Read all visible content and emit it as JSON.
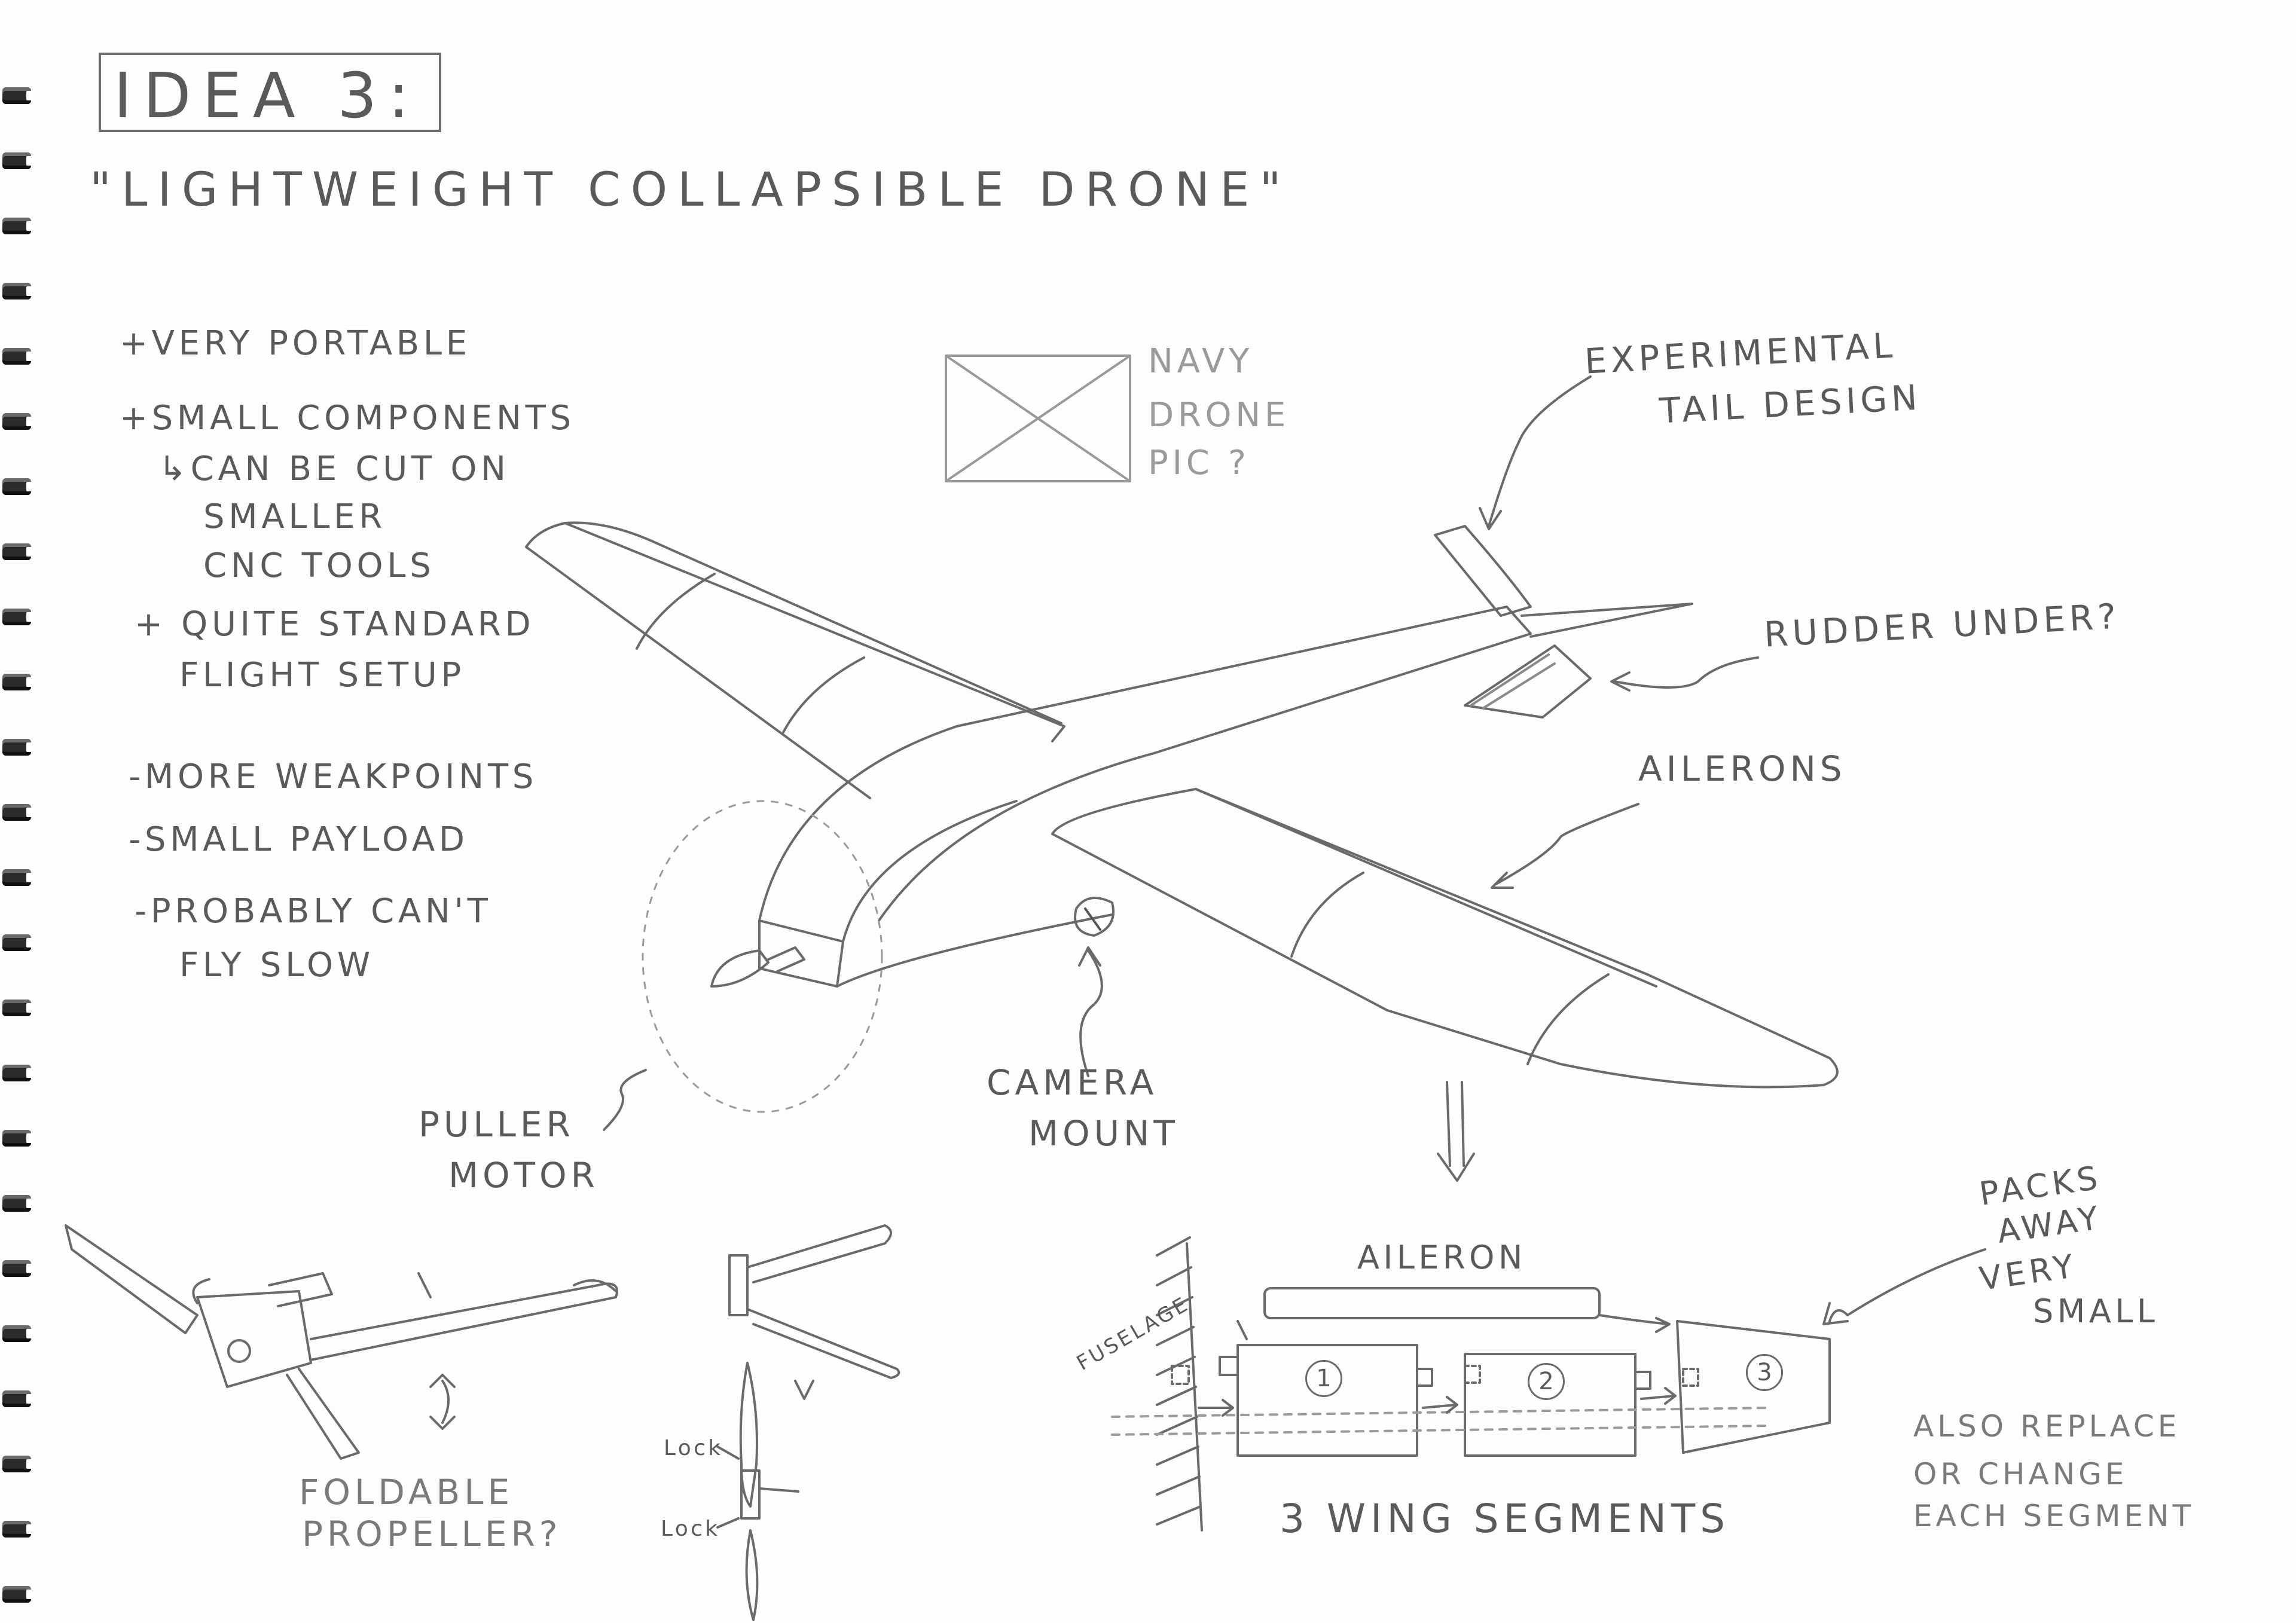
{
  "sheet": {
    "title": "IDEA 3:",
    "subtitle": "\"LIGHTWEIGHT COLLAPSIBLE DRONE\""
  },
  "pros_cons": {
    "pro1": "+VERY PORTABLE",
    "pro2": "+SMALL COMPONENTS",
    "pro2_sub1": "↳CAN BE CUT ON",
    "pro2_sub2": "SMALLER",
    "pro2_sub3": "CNC TOOLS",
    "pro3": "+ QUITE STANDARD",
    "pro3_sub": "FLIGHT SETUP",
    "con1": "-MORE WEAKPOINTS",
    "con2": "-SMALL PAYLOAD",
    "con3": "-PROBABLY CAN'T",
    "con3_sub": "FLY SLOW"
  },
  "placeholder": {
    "line1": "NAVY",
    "line2": "DRONE",
    "line3": "PIC ?"
  },
  "annotations": {
    "tail1": "EXPERIMENTAL",
    "tail2": "TAIL DESIGN",
    "rudder": "RUDDER UNDER?",
    "ailerons": "AILERONS",
    "camera1": "CAMERA",
    "camera2": "MOUNT",
    "motor1": "PULLER",
    "motor2": "MOTOR",
    "prop1": "FOLDABLE",
    "prop2": "PROPELLER?",
    "lock_top": "Lock",
    "lock_bottom": "Lock"
  },
  "wing_segments": {
    "aileron": "AILERON",
    "fuselage": "FUSELAGE",
    "seg1": "1",
    "seg2": "2",
    "seg3": "3",
    "caption": "3 WING SEGMENTS",
    "packs1": "PACKS",
    "packs2": "AWAY",
    "packs3": "VERY",
    "packs4": "SMALL",
    "note1": "ALSO REPLACE",
    "note2": "OR CHANGE",
    "note3": "EACH SEGMENT"
  },
  "colors": {
    "pencil": "#5a5a5a",
    "binding": "#2b2b2b",
    "paper": "#fdfdfc"
  }
}
